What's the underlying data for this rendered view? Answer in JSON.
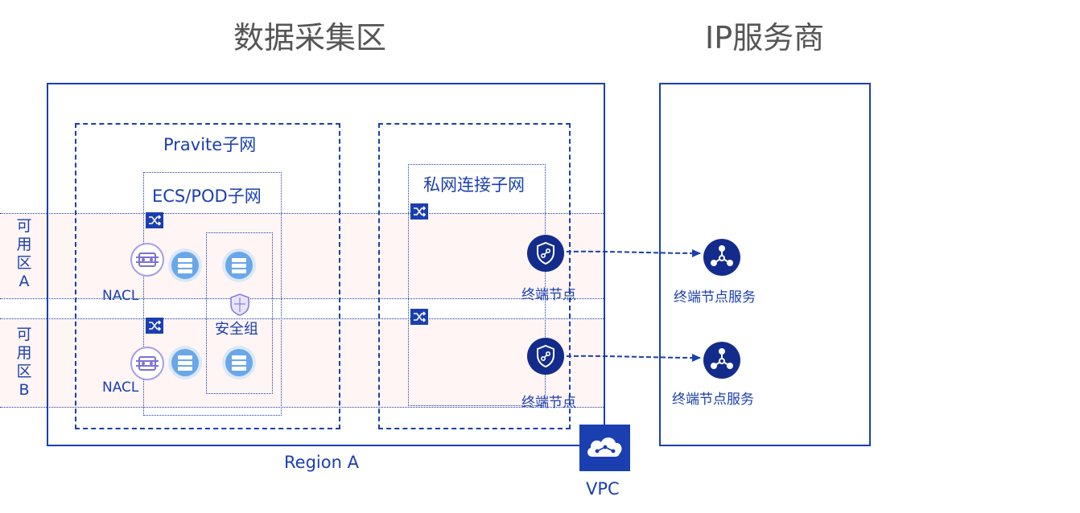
{
  "titles": {
    "left": "数据采集区",
    "right": "IP服务商"
  },
  "zones": {
    "a": [
      "可",
      "用",
      "区",
      "A"
    ],
    "b": [
      "可",
      "用",
      "区",
      "B"
    ]
  },
  "subnets": {
    "private": "Pravite子网",
    "ecs_pod": "ECS/POD子网",
    "private_link": "私网连接子网"
  },
  "labels": {
    "nacl": "NACL",
    "security_group": "安全组",
    "endpoint": "终端节点",
    "endpoint_service": "终端节点服务",
    "region": "Region A",
    "vpc": "VPC"
  },
  "icons": {
    "switch": "vswitch-icon",
    "nacl": "nacl-icon",
    "server": "ecs-server-icon",
    "security_group": "shield-icon",
    "endpoint": "endpoint-shield-icon",
    "endpoint_service": "endpoint-service-icon",
    "vpc": "cloud-vpc-icon"
  },
  "colors": {
    "primary": "#1a3fb0",
    "zone_band": "#fff0f0",
    "server": "#6aa7e8",
    "nacl": "#7d6fd6",
    "title": "#555555"
  }
}
